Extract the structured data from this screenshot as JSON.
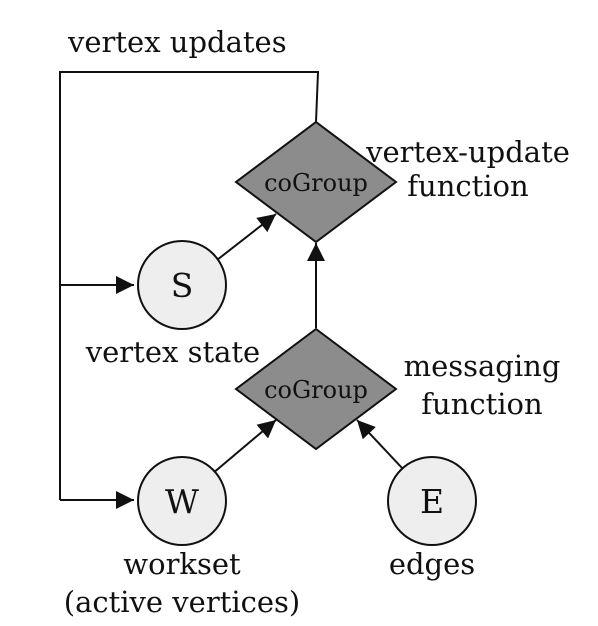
{
  "labels": {
    "vertex_updates": "vertex updates",
    "vertex_update_function_line1": "vertex-update",
    "vertex_update_function_line2": "function",
    "vertex_state": "vertex state",
    "messaging_function_line1": "messaging",
    "messaging_function_line2": "function",
    "workset_line1": "workset",
    "workset_line2": "(active vertices)",
    "edges": "edges"
  },
  "nodes": {
    "state": "S",
    "workset": "W",
    "edges": "E",
    "cogroup_top": "coGroup",
    "cogroup_bottom": "coGroup"
  },
  "colors": {
    "circle_fill": "#eeeeee",
    "diamond_fill": "#8c8c8c",
    "stroke": "#111111"
  }
}
